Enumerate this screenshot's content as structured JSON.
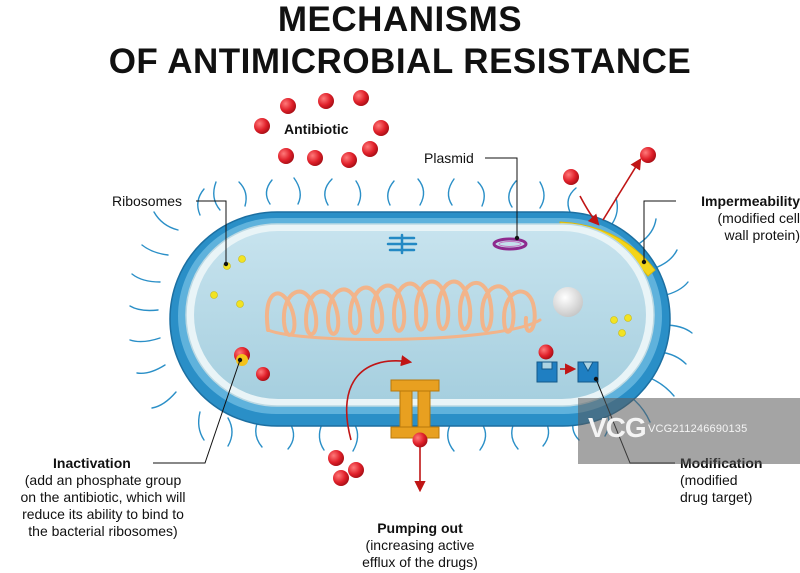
{
  "title": {
    "line1": "MECHANISMS",
    "line2": "OF ANTIMICROBIAL RESISTANCE"
  },
  "labels": {
    "antibiotic": "Antibiotic",
    "plasmid": "Plasmid",
    "ribosomes": "Ribosomes",
    "impermeability_title": "Impermeability",
    "impermeability_line1": "(modified cell",
    "impermeability_line2": "wall protein)",
    "inactivation_title": "Inactivation",
    "inactivation_line1": "(add an phosphate group",
    "inactivation_line2": "on the antibiotic, which will",
    "inactivation_line3": "reduce its ability to bind to",
    "inactivation_line4": "the bacterial ribosomes)",
    "modification_title": "Modification",
    "modification_line1": "(modified",
    "modification_line2": "drug target)",
    "pumping_title": "Pumping out",
    "pumping_line1": "(increasing active",
    "pumping_line2": "efflux of the drugs)"
  },
  "watermark": {
    "logo": "VCG",
    "id": "VCG211246690135"
  },
  "colors": {
    "antibiotic": "#e0202a",
    "cell_wall": "#2a8fc7",
    "cytoplasm": "#b5d9e6",
    "membrane_yellow": "#f3d41a",
    "dna": "#f2b48a",
    "pump": "#e8a020",
    "target": "#1f7fc2",
    "plasmid": "#8e2a8e",
    "arrow": "#c01515"
  }
}
